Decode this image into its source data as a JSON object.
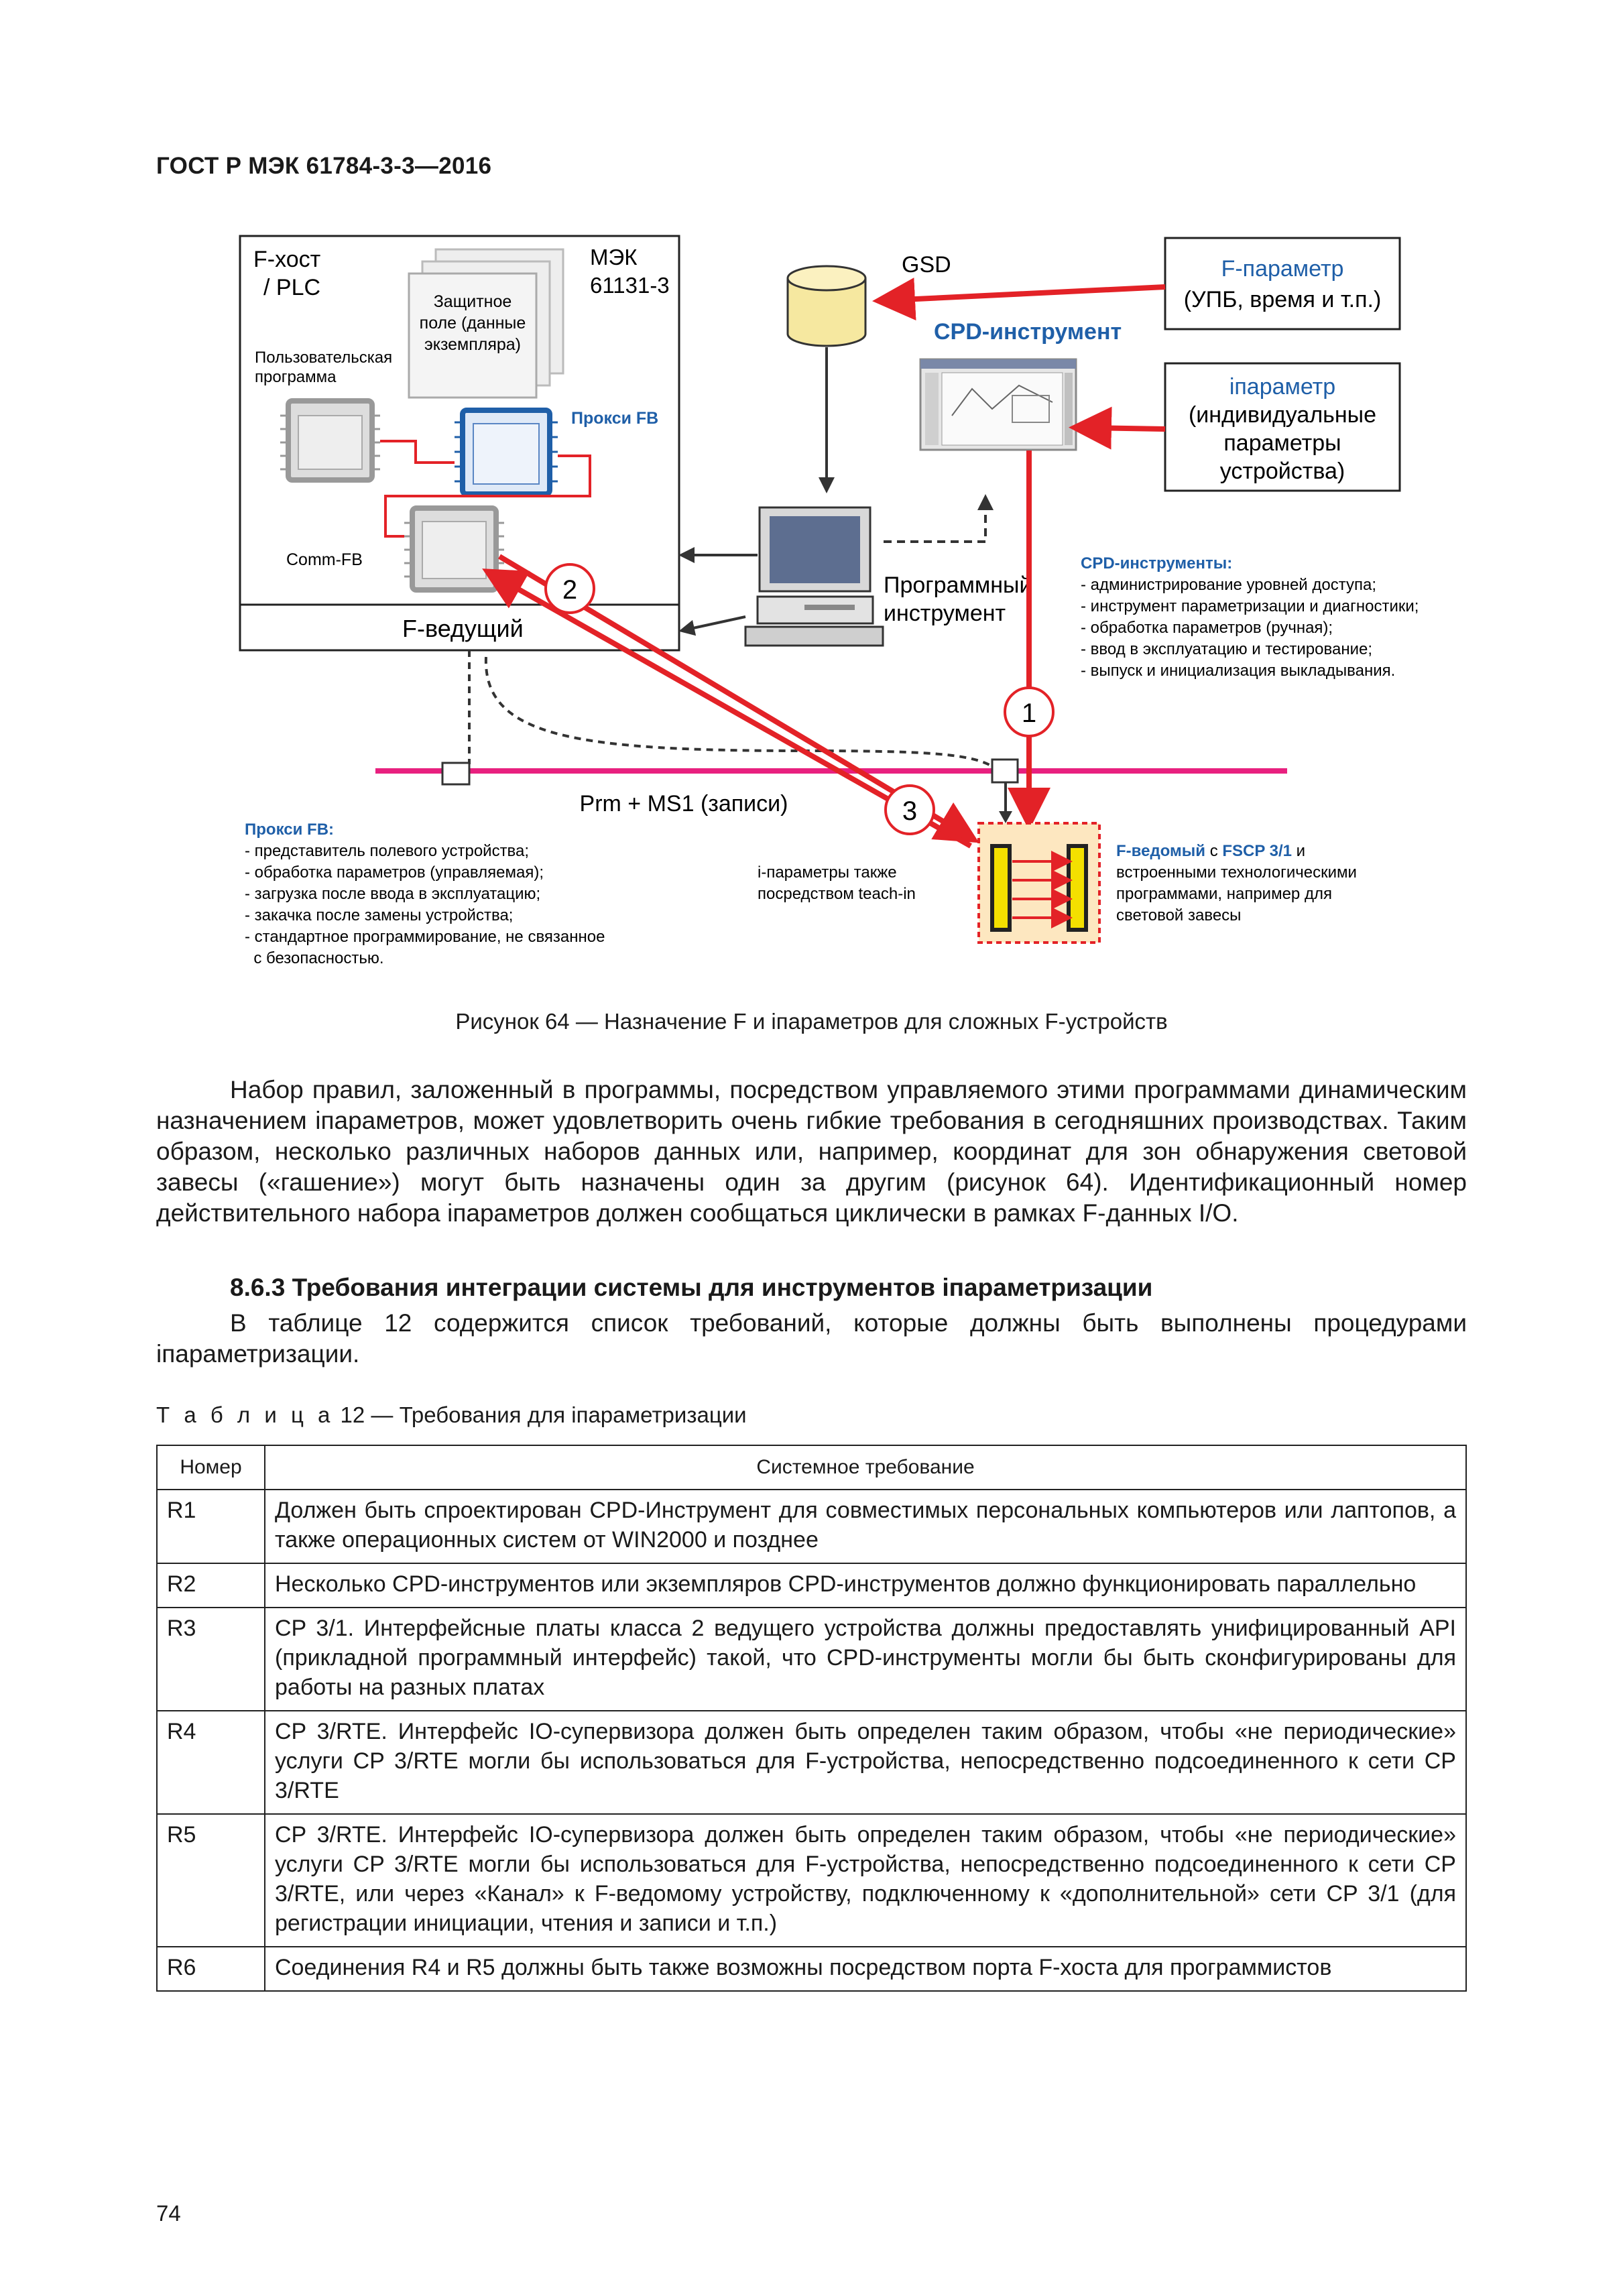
{
  "header": {
    "standard": "ГОСТ Р МЭК 61784-3-3—2016"
  },
  "figure": {
    "host": {
      "title_line1": "F-хост",
      "title_line2": "/ PLC",
      "iec_line1": "МЭК",
      "iec_line2": "61131-3"
    },
    "safety_field": {
      "line1": "Защитное",
      "line2": "поле (данные",
      "line3": "экземпляра)"
    },
    "user_program": {
      "line1": "Пользовательская",
      "line2": "программа"
    },
    "proxy_fb_label": "Прокси FB",
    "comm_fb_label": "Comm-FB",
    "f_master_label": "F-ведущий",
    "gsd_label": "GSD",
    "cpd_tool_label": "CPD-инструмент",
    "f_param_box": {
      "line1": "F-параметр",
      "line2": "(УПБ, время и т.п.)"
    },
    "i_param_box": {
      "line1": "iпараметр",
      "line2": "(индивидуальные",
      "line3": "параметры",
      "line4": "устройства)"
    },
    "software_tool": {
      "line1": "Программный",
      "line2": "инструмент"
    },
    "cpd_tools_notes": {
      "title": "CPD-инструменты:",
      "items": [
        "- администрирование уровней доступа;",
        "- инструмент параметризации и диагностики;",
        "- обработка параметров (ручная);",
        "- ввод в эксплуатацию и тестирование;",
        "- выпуск и инициализация выкладывания."
      ]
    },
    "prm_label": "Prm + MS1 (записи)",
    "proxy_fb_notes": {
      "title": "Прокси FB:",
      "items": [
        "- представитель полевого устройства;",
        "- обработка параметров (управляемая);",
        "- загрузка после ввода в эксплуатацию;",
        "- закачка после замены устройства;",
        "- стандартное программирование, не связанное",
        "  с безопасностью."
      ]
    },
    "teach_in": {
      "line1": "i-параметры также",
      "line2": "посредством teach-in"
    },
    "f_slave_notes": {
      "bold1": "F-ведомый",
      "text1": " с ",
      "bold2": "FSCP 3/1",
      "text2": " и",
      "line2": "встроенными технологическими",
      "line3": "программами, например для",
      "line4": "световой завесы"
    },
    "markers": [
      "1",
      "2",
      "3"
    ],
    "colors": {
      "red": "#e32227",
      "blue": "#1f5fa8",
      "magenta": "#e8207f",
      "gray": "#9a9a9a"
    }
  },
  "caption": "Рисунок 64 — Назначение F и iпараметров для сложных F-устройств",
  "paragraph1": "Набор правил, заложенный в программы, посредством управляемого этими программами динамическим назначением iпараметров, может удовлетворить очень гибкие требования в сегодняшних производствах. Таким образом, несколько различных наборов данных или, например, координат для зон обнаружения световой завесы («гашение») могут быть назначены один за другим (рисунок 64). Идентификационный номер действительного набора iпараметров должен сообщаться циклически в рамках F-данных I/O.",
  "section": {
    "number": "8.6.3",
    "title": "Требования интеграции системы для инструментов iпараметризации"
  },
  "paragraph2": "В таблице 12 содержится список требований, которые должны быть выполнены процедурами iпараметризации.",
  "table_caption": {
    "label": "Т а б л и ц а",
    "text": " 12 — Требования для iпараметризации"
  },
  "table": {
    "headers": [
      "Номер",
      "Системное требование"
    ],
    "rows": [
      {
        "num": "R1",
        "text": "Должен быть спроектирован CPD-Инструмент для совместимых персональных компьютеров или лаптопов, а также операционных систем от WIN2000 и позднее"
      },
      {
        "num": "R2",
        "text": "Несколько CPD-инструментов или экземпляров CPD-инструментов должно функционировать параллельно"
      },
      {
        "num": "R3",
        "text": "CP 3/1. Интерфейсные платы класса 2 ведущего устройства должны предоставлять унифицированный API (прикладной программный интерфейс) такой, что CPD-инструменты могли бы быть сконфигурированы для работы на разных платах"
      },
      {
        "num": "R4",
        "text": "CP 3/RTE. Интерфейс IO-супервизора должен быть определен таким образом, чтобы «не периодические» услуги CP 3/RTE могли бы использоваться для F-устройства, непосредственно подсоединенного к сети CP 3/RTE"
      },
      {
        "num": "R5",
        "text": "CP 3/RTE. Интерфейс IO-супервизора должен быть определен таким образом, чтобы «не периодические» услуги CP 3/RTE могли бы использоваться для F-устройства, непосредственно подсоединенного к сети CP 3/RTE, или через «Канал» к F-ведомому устройству, подключенному к «дополнительной» сети CP 3/1 (для регистрации инициации, чтения и записи и т.п.)"
      },
      {
        "num": "R6",
        "text": "Соединения R4 и R5 должны быть также возможны посредством порта F-хоста для программистов"
      }
    ]
  },
  "page_number": "74"
}
